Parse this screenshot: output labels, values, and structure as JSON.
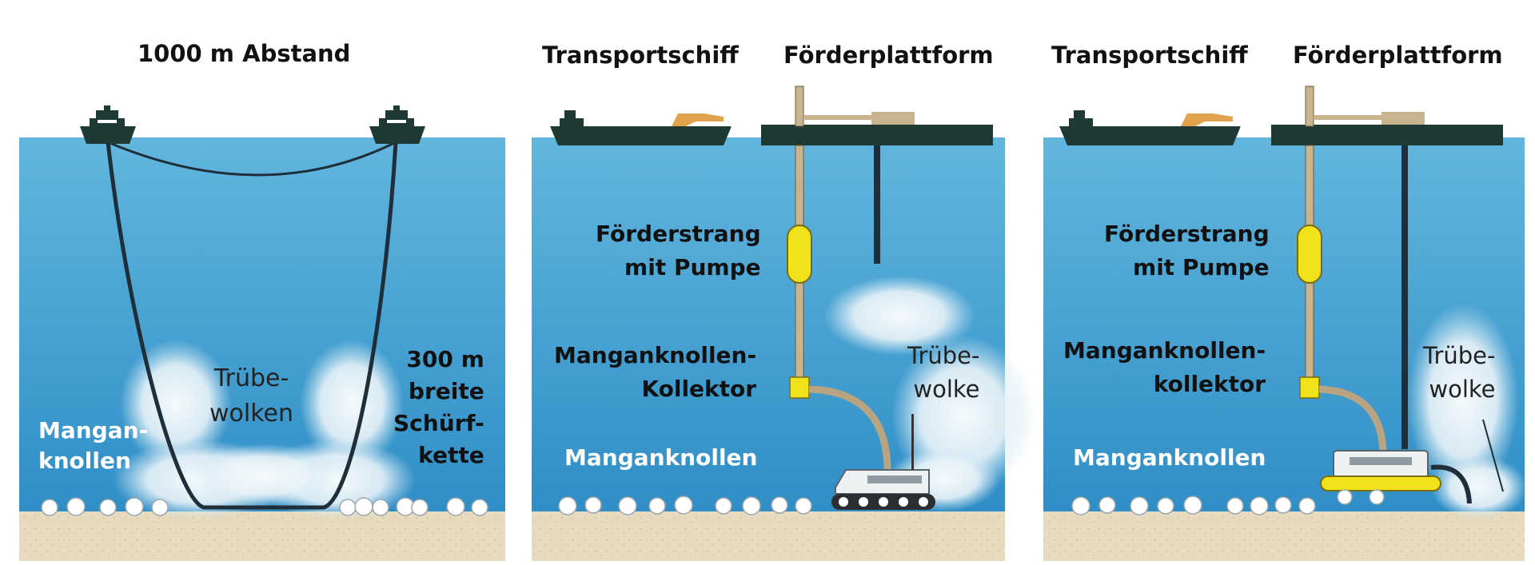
{
  "panel1": {
    "title": "1000 m Abstand",
    "left_label": [
      "Mangan-",
      "knollen"
    ],
    "center_label": [
      "Trübe-",
      "wolken"
    ],
    "right_label": [
      "300 m",
      "breite",
      "Schürf-",
      "kette"
    ]
  },
  "panel2": {
    "ship_title": "Transportschiff",
    "platform_title": "Förderplattform",
    "riser_label": [
      "Förderstrang",
      "mit Pumpe"
    ],
    "collector_label": [
      "Manganknollen-",
      "Kollektor"
    ],
    "nodules_label": "Manganknollen",
    "cloud_label": [
      "Trübe-",
      "wolke"
    ]
  },
  "panel3": {
    "ship_title": "Transportschiff",
    "platform_title": "Förderplattform",
    "riser_label": [
      "Förderstrang",
      "mit Pumpe"
    ],
    "collector_label": [
      "Manganknollen-",
      "kollektor"
    ],
    "nodules_label": "Manganknollen",
    "cloud_label": [
      "Trübe-",
      "wolke"
    ]
  },
  "colors": {
    "water_top": "#5fb4dc",
    "water_bottom": "#2f8fc6",
    "seabed": "#e8dcc0",
    "hull": "#1f3a35",
    "pump": "#f1e21a",
    "cloud": "#f4f8fa"
  }
}
